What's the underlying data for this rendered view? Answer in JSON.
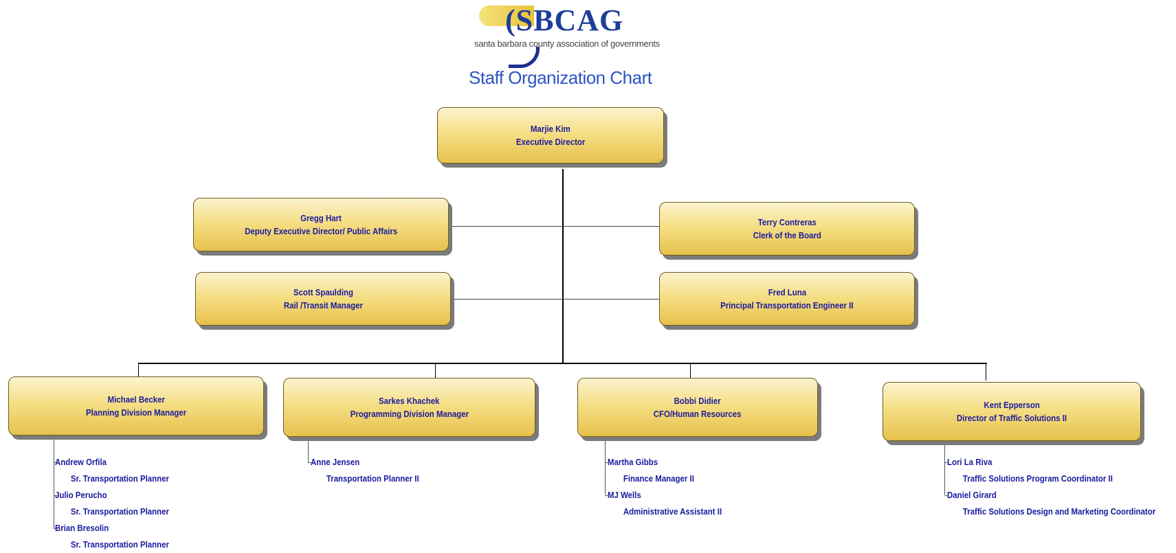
{
  "logo": {
    "text": "(SBCAG",
    "subtitle": "santa barbara county association of governments"
  },
  "title": "Staff Organization Chart",
  "executive": {
    "name": "Marjie Kim",
    "title": "Executive Director"
  },
  "side_staff": [
    {
      "name": "Gregg Hart",
      "title": "Deputy Executive Director/ Public Affairs"
    },
    {
      "name": "Terry Contreras",
      "title": "Clerk of the Board"
    },
    {
      "name": "Scott Spaulding",
      "title": "Rail /Transit Manager"
    },
    {
      "name": "Fred Luna",
      "title": "Principal Transportation Engineer II"
    }
  ],
  "divisions": [
    {
      "name": "Michael Becker",
      "title": "Planning Division Manager",
      "staff": [
        {
          "name": "Andrew Orfila",
          "title": "Sr. Transportation Planner"
        },
        {
          "name": "Julio Perucho",
          "title": "Sr. Transportation Planner"
        },
        {
          "name": "Brian Bresolin",
          "title": "Sr. Transportation Planner"
        }
      ]
    },
    {
      "name": "Sarkes Khachek",
      "title": "Programming Division Manager",
      "staff": [
        {
          "name": "Anne Jensen",
          "title": "Transportation Planner II"
        }
      ]
    },
    {
      "name": "Bobbi Didier",
      "title": "CFO/Human Resources",
      "staff": [
        {
          "name": "Martha Gibbs",
          "title": "Finance Manager II"
        },
        {
          "name": "MJ Wells",
          "title": "Administrative Assistant II"
        }
      ]
    },
    {
      "name": "Kent Epperson",
      "title": "Director of Traffic Solutions II",
      "staff": [
        {
          "name": "Lori La Riva",
          "title": "Traffic Solutions Program Coordinator II"
        },
        {
          "name": "Daniel Girard",
          "title": "Traffic Solutions Design and Marketing Coordinator"
        }
      ]
    }
  ]
}
